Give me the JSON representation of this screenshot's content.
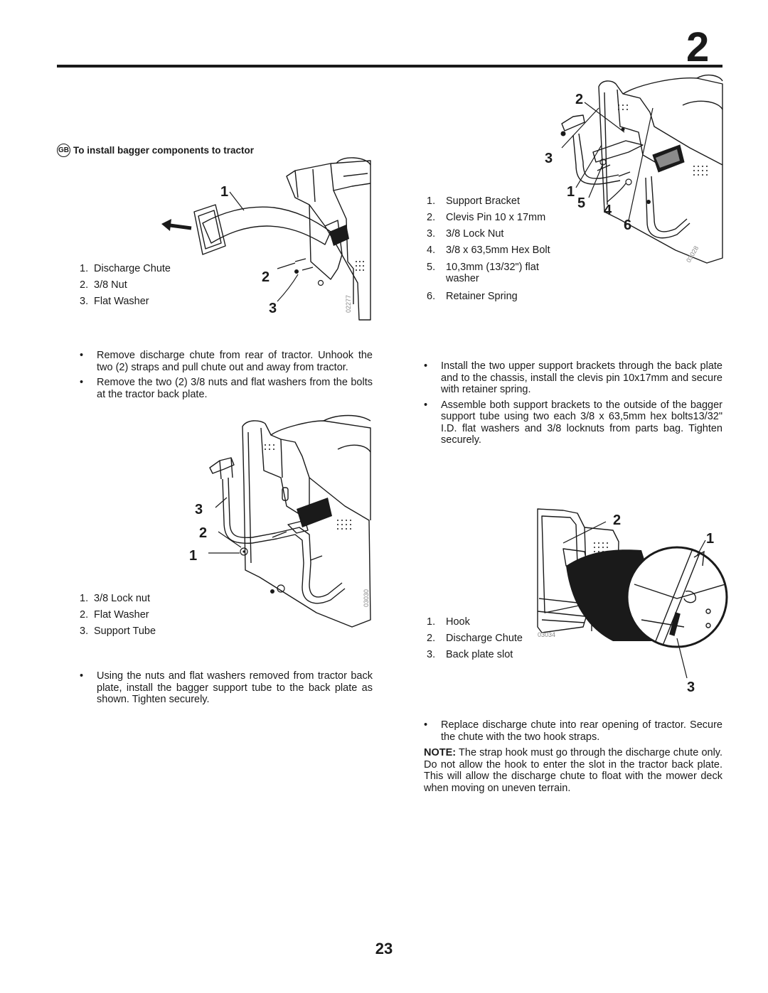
{
  "chapter_number": "2",
  "page_number": "23",
  "section": {
    "lang_badge": "GB",
    "title": "To install bagger components to tractor"
  },
  "figure1": {
    "callouts": [
      "1",
      "2",
      "3"
    ],
    "legend": [
      {
        "num": "1.",
        "text": "Discharge Chute"
      },
      {
        "num": "2.",
        "text": "3/8 Nut"
      },
      {
        "num": "3.",
        "text": "Flat Washer"
      }
    ],
    "fig_id": "02277"
  },
  "steps1": [
    "Remove discharge chute from rear of tractor. Unhook the two (2) straps and pull chute out and away from tractor.",
    "Remove the two (2) 3/8 nuts and flat washers from the bolts at the tractor back plate."
  ],
  "figure2": {
    "callouts": [
      "3",
      "2",
      "1"
    ],
    "legend": [
      {
        "num": "1.",
        "text": "3/8 Lock nut"
      },
      {
        "num": "2.",
        "text": "Flat Washer"
      },
      {
        "num": "3.",
        "text": "Support Tube"
      }
    ],
    "fig_id": "03030"
  },
  "steps2": [
    "Using the nuts and flat washers removed from tractor back plate, install the bagger support tube to the back plate as shown. Tighten securely."
  ],
  "figure3": {
    "callouts": [
      "2",
      "3",
      "1",
      "5",
      "4",
      "6"
    ],
    "legend": [
      {
        "num": "1.",
        "text": "Support Bracket"
      },
      {
        "num": "2.",
        "text": "Clevis Pin 10 x 17mm"
      },
      {
        "num": "3.",
        "text": "3/8 Lock Nut"
      },
      {
        "num": "4.",
        "text": "3/8 x 63,5mm Hex Bolt"
      },
      {
        "num": "5.",
        "text": "10,3mm (13/32\") flat washer"
      },
      {
        "num": "6.",
        "text": "Retainer Spring"
      }
    ],
    "fig_id": "03028"
  },
  "steps3": [
    "Install the two upper support brackets through the back plate and to the  chassis, install the clevis pin 10x17mm and secure with retainer spring.",
    "Assemble both support brackets to the outside of the bagger support tube using two each 3/8 x 63,5mm hex bolts13/32\" I.D. flat washers and 3/8 locknuts from parts bag. Tighten securely."
  ],
  "figure4": {
    "callouts": [
      "2",
      "1",
      "3"
    ],
    "legend": [
      {
        "num": "1.",
        "text": "Hook"
      },
      {
        "num": "2.",
        "text": "Discharge Chute"
      },
      {
        "num": "3.",
        "text": "Back plate slot"
      }
    ],
    "fig_id": "03034"
  },
  "steps4": [
    "Replace discharge chute into rear opening of tractor. Secure the chute with the two hook straps."
  ],
  "note": {
    "label": "NOTE:",
    "text": " The strap hook must go through the discharge chute only. Do not allow the hook to enter the slot in the tractor back plate. This will allow the discharge chute to float with the mower deck when moving on uneven terrain."
  }
}
